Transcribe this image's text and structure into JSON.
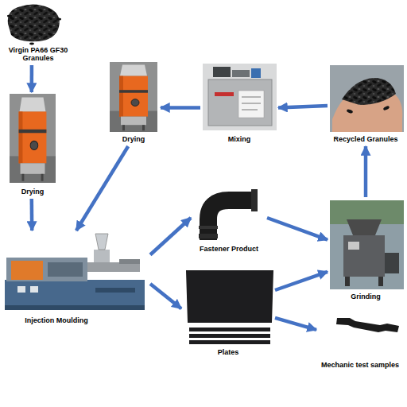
{
  "diagram": {
    "nodes": [
      {
        "text": [
          "Virgin PA66 GF30 Granules"
        ]
      },
      {
        "text": [
          "Drying"
        ]
      },
      {
        "text": [
          "Mixing"
        ]
      },
      {
        "text": [
          "Recycled Granules"
        ]
      },
      {
        "text": [
          "Drying"
        ]
      },
      {
        "text": [
          "Injection Moulding"
        ]
      },
      {
        "text": [
          "Fastener Product"
        ]
      },
      {
        "text": [
          "Plates"
        ]
      },
      {
        "text": [
          "Grinding"
        ]
      },
      {
        "text": [
          "Mechanic test samples"
        ]
      }
    ],
    "edges": [
      {
        "from": 0,
        "to": 4,
        "arrow": "to"
      },
      {
        "from": 4,
        "to": 5,
        "arrow": "to"
      },
      {
        "from": 1,
        "to": 5,
        "arrow": "to"
      },
      {
        "from": 2,
        "to": 1,
        "arrow": "to"
      },
      {
        "from": 3,
        "to": 2,
        "arrow": "to"
      },
      {
        "from": 5,
        "to": 6,
        "arrow": "to"
      },
      {
        "from": 5,
        "to": 7,
        "arrow": "to"
      },
      {
        "from": 6,
        "to": 8,
        "arrow": "to"
      },
      {
        "from": 7,
        "to": 8,
        "arrow": "to"
      },
      {
        "from": 7,
        "to": 9,
        "arrow": "to"
      },
      {
        "from": 8,
        "to": 3,
        "arrow": "to"
      }
    ]
  }
}
